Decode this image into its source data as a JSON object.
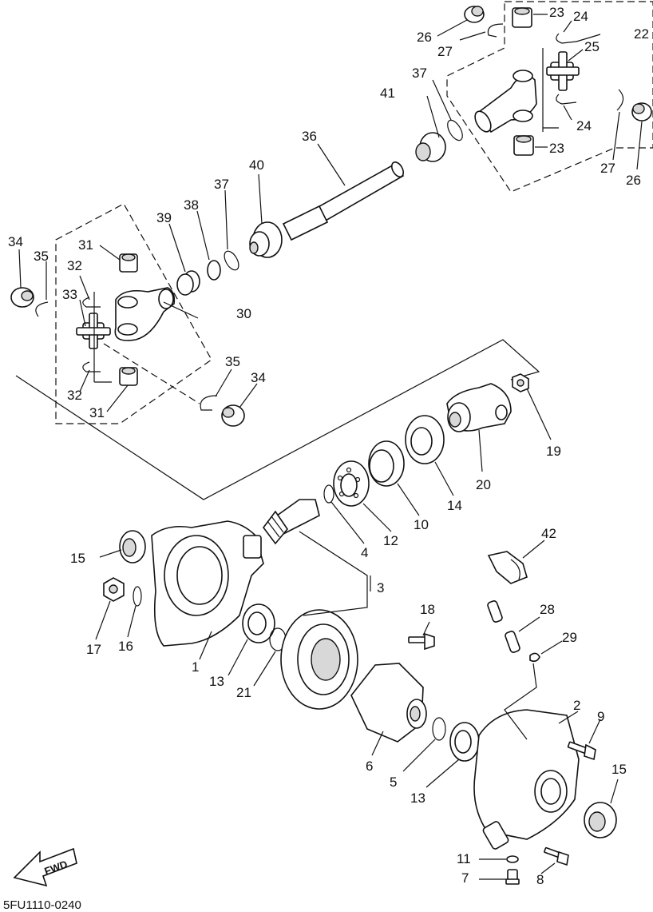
{
  "diagram_code": "5FU1110-0240",
  "fwd_label": "FWD",
  "labels": {
    "p1": "1",
    "p2": "2",
    "p3": "3",
    "p4": "4",
    "p5": "5",
    "p6": "6",
    "p7": "7",
    "p8": "8",
    "p9": "9",
    "p10": "10",
    "p11": "11",
    "p12": "12",
    "p13a": "13",
    "p13b": "13",
    "p14": "14",
    "p15a": "15",
    "p15b": "15",
    "p16": "16",
    "p17": "17",
    "p18": "18",
    "p19": "19",
    "p20": "20",
    "p21": "21",
    "p22": "22",
    "p23a": "23",
    "p23b": "23",
    "p24a": "24",
    "p24b": "24",
    "p25": "25",
    "p26a": "26",
    "p26b": "26",
    "p27a": "27",
    "p27b": "27",
    "p28": "28",
    "p29": "29",
    "p30": "30",
    "p31a": "31",
    "p31b": "31",
    "p32a": "32",
    "p32b": "32",
    "p33": "33",
    "p34a": "34",
    "p34b": "34",
    "p35a": "35",
    "p35b": "35",
    "p36": "36",
    "p37a": "37",
    "p37b": "37",
    "p38": "38",
    "p39": "39",
    "p40": "40",
    "p41": "41",
    "p42": "42"
  }
}
